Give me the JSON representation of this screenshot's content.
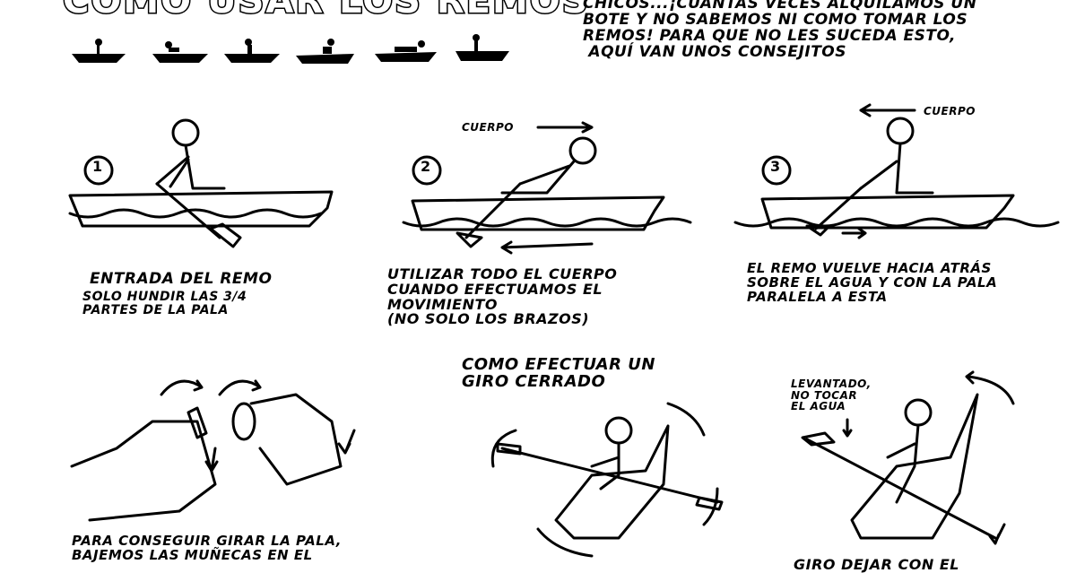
{
  "header": {
    "title": "COMO USAR LOS REMOS",
    "intro": "CHICOS...¡CUANTAS VECES ALQUILAMOS UN\nBOTE Y NO SABEMOS NI COMO TOMAR LOS\nREMOS! PARA QUE NO LES SUCEDA ESTO,\n AQUÍ VAN UNOS CONSEJITOS"
  },
  "steps": [
    {
      "number": "1",
      "caption_title": "ENTRADA DEL REMO",
      "caption": "SOLO HUNDIR LAS 3/4\nPARTES DE LA PALA"
    },
    {
      "number": "2",
      "label": "CUERPO",
      "caption": "UTILIZAR TODO EL CUERPO\nCUANDO EFECTUAMOS EL\nMOVIMIENTO\n(NO SOLO LOS BRAZOS)"
    },
    {
      "number": "3",
      "label": "CUERPO",
      "caption": "EL REMO VUELVE HACIA ATRÁS\nSOBRE EL AGUA Y CON LA PALA\nPARALELA A ESTA"
    }
  ],
  "bottom": {
    "wrist_caption": "PARA CONSEGUIR GIRAR LA PALA,\nBAJEMOS LAS MUÑECAS EN EL",
    "turn_title": "COMO EFECTUAR UN\nGIRO CERRADO",
    "raised_note": "LEVANTADO,\nNO TOCAR\nEL AGUA",
    "turn_caption": "GIRO DEJAR CON EL"
  }
}
